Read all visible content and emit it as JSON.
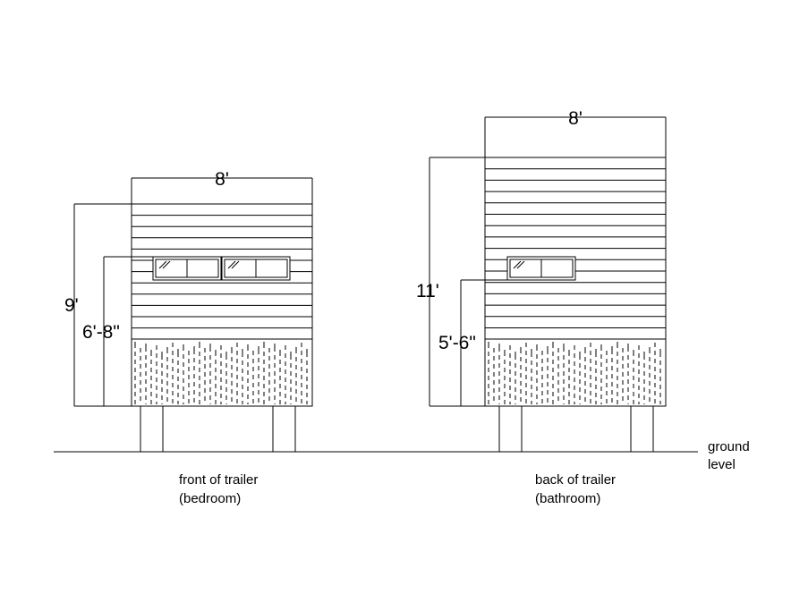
{
  "front": {
    "width_label": "8'",
    "height_label": "9'",
    "window_height_label": "6'-8\"",
    "caption_line1": "front of trailer",
    "caption_line2": "(bedroom)"
  },
  "back": {
    "width_label": "8'",
    "height_label": "11'",
    "window_height_label": "5'-6\"",
    "caption_line1": "back of trailer",
    "caption_line2": "(bathroom)"
  },
  "ground": {
    "label_line1": "ground",
    "label_line2": "level"
  }
}
